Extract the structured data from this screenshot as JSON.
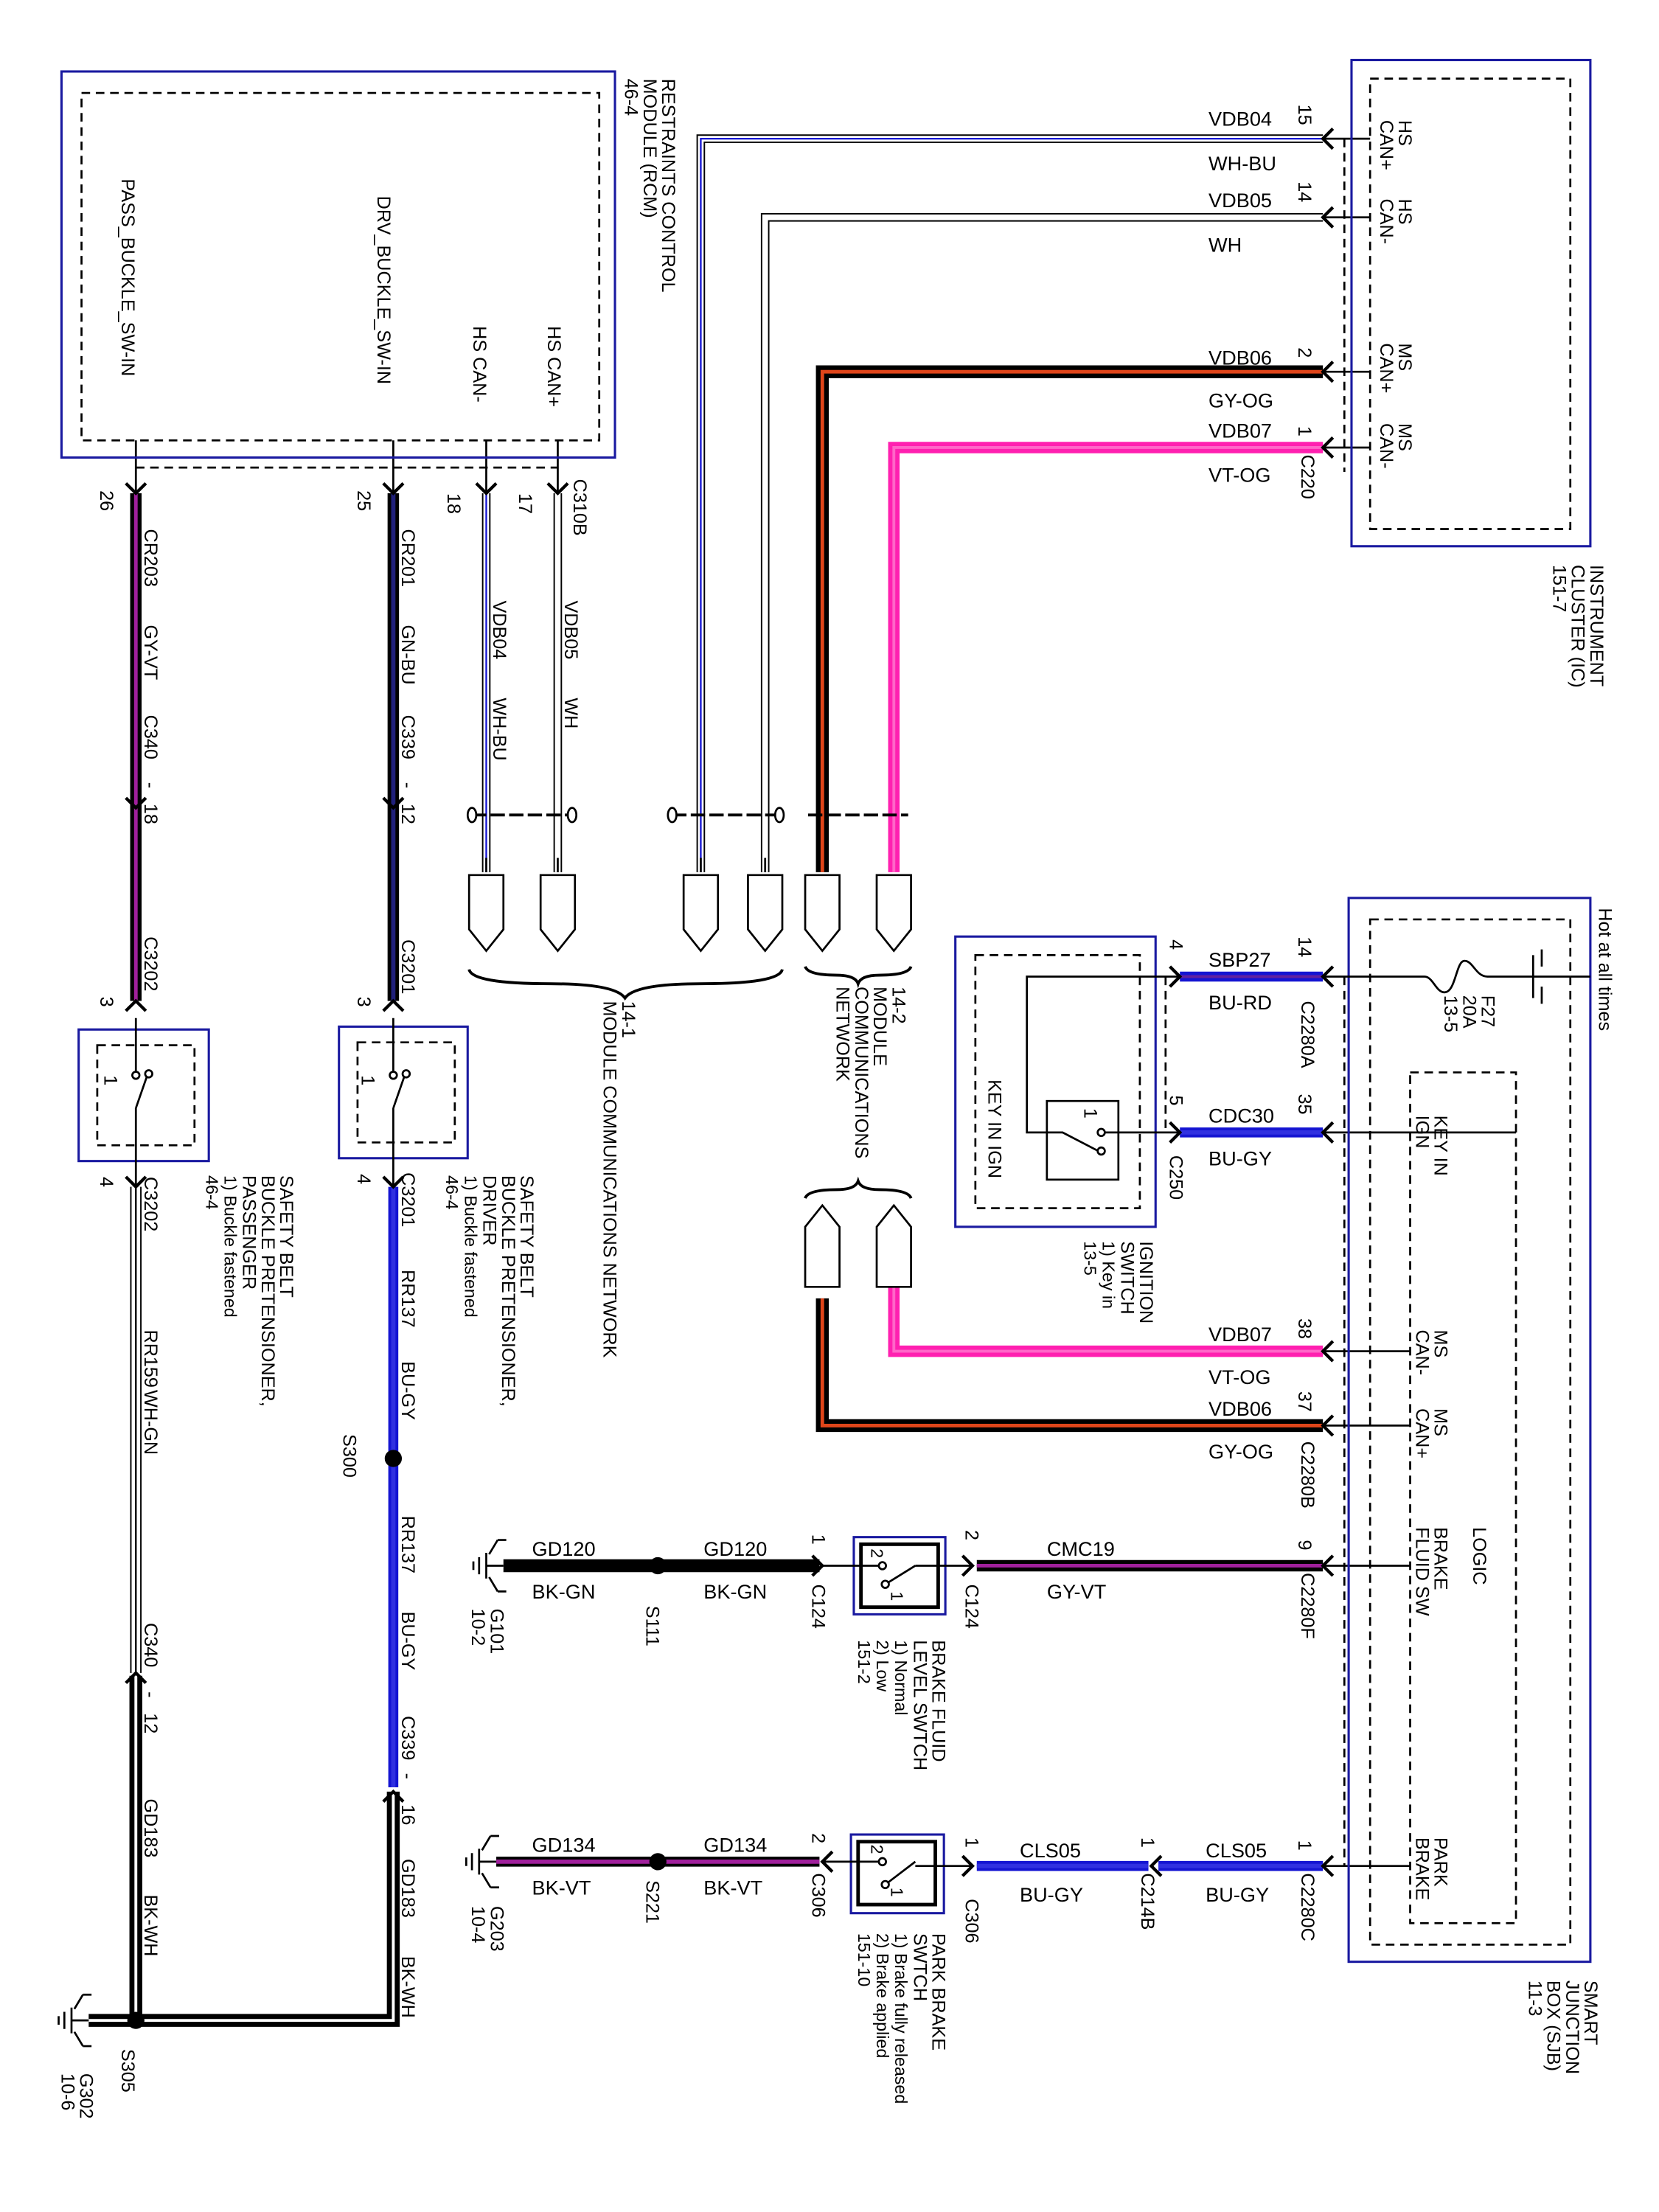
{
  "colors": {
    "module_border": "#1a1aa0",
    "violet": "#a0209c",
    "magenta": "#ff20b0",
    "orange": "#e0451a",
    "blue": "#1414d2",
    "navy": "#20207a",
    "red": "#c0202a"
  },
  "rcm": {
    "title": [
      "RESTRAINTS CONTROL",
      "MODULE (RCM)",
      "46-4"
    ],
    "pin_pass": "PASS_BUCKLE_SW-IN",
    "pin_drv": "DRV_BUCKLE_SW-IN",
    "pin_hs_can_minus": "HS CAN-",
    "pin_hs_can_plus": "HS CAN+",
    "pin_numbers": {
      "pass": "26",
      "drv": "25",
      "hs_can_minus": "18",
      "hs_can_plus": "17"
    },
    "connector": "C310B",
    "hs_can_minus_circuit": "VDB04",
    "hs_can_minus_color": "WH-BU",
    "hs_can_plus_circuit": "VDB05",
    "hs_can_plus_color": "WH"
  },
  "passenger": {
    "circuit1": "CR203",
    "color1": "GY-VT",
    "inline1": "C340",
    "inline1_dash": "-",
    "inline1_pin": "18",
    "switch_conn_top": "C3202",
    "switch_pin_top": "3",
    "switch_contact": "1",
    "switch_pin_bottom": "4",
    "switch_conn_bottom": "C3202",
    "circuit2": "RR159",
    "color2": "WH-GN",
    "inline2": "C340",
    "inline2_dash": "-",
    "inline2_pin": "12",
    "circuit3": "GD183",
    "color3": "BK-WH",
    "label": [
      "SAFETY BELT",
      "BUCKLE PRETENSIONER,",
      "PASSENGER",
      "1) Buckle fastened",
      "46-4"
    ]
  },
  "driver": {
    "circuit1": "CR201",
    "color1": "GN-BU",
    "inline1": "C339",
    "inline1_dash": "-",
    "inline1_pin": "12",
    "switch_conn_top": "C3201",
    "switch_pin_top": "3",
    "switch_contact": "1",
    "switch_pin_bottom": "4",
    "switch_conn_bottom": "C3201",
    "circuit2": "RR137",
    "color2": "BU-GY",
    "splice": "S300",
    "circuit3": "RR137",
    "color3": "BU-GY",
    "inline2": "C339",
    "inline2_dash": "-",
    "inline2_pin": "16",
    "circuit4": "GD183",
    "color4": "BK-WH",
    "label": [
      "SAFETY BELT",
      "BUCKLE PRETENSIONER,",
      "DRIVER",
      "1) Buckle fastened",
      "46-4"
    ]
  },
  "ground_s305": {
    "splice": "S305",
    "ground": "G302",
    "ref": "10-6"
  },
  "network_14_1": [
    "14-1",
    "MODULE COMMUNICATIONS NETWORK"
  ],
  "network_14_2": [
    "14-2",
    "MODULE",
    "COMMUNICATIONS",
    "NETWORK"
  ],
  "ic": {
    "title": [
      "INSTRUMENT",
      "CLUSTER (IC)",
      "151-7"
    ],
    "connector": "C220",
    "pins": [
      {
        "name": [
          "HS",
          "CAN+"
        ],
        "pin": "15",
        "circuit": "VDB04",
        "color": "WH-BU"
      },
      {
        "name": [
          "HS",
          "CAN-"
        ],
        "pin": "14",
        "circuit": "VDB05",
        "color": "WH"
      },
      {
        "name": [
          "MS",
          "CAN+"
        ],
        "pin": "2",
        "circuit": "VDB06",
        "color": "GY-OG"
      },
      {
        "name": [
          "MS",
          "CAN-"
        ],
        "pin": "1",
        "circuit": "VDB07",
        "color": "VT-OG"
      }
    ]
  },
  "sjb": {
    "title": [
      "SMART",
      "JUNCTION",
      "BOX (SJB)",
      "11-3"
    ],
    "hot": "Hot at all times",
    "fuse": [
      "F27",
      "20A",
      "13-5"
    ],
    "logic": "LOGIC",
    "key_in_ign": [
      "KEY IN",
      "IGN"
    ],
    "ms_can_minus": [
      "MS",
      "CAN-"
    ],
    "ms_can_plus": [
      "MS",
      "CAN+"
    ],
    "brake_fluid_sw": [
      "BRAKE",
      "FLUID SW"
    ],
    "park_brake": [
      "PARK",
      "BRAKE"
    ],
    "sbp27": {
      "circuit": "SBP27",
      "color": "BU-RD",
      "pin": "14",
      "connector": "C2280A"
    },
    "cdc30": {
      "circuit": "CDC30",
      "color": "BU-GY",
      "pin": "35"
    },
    "vdb07": {
      "circuit": "VDB07",
      "color": "VT-OG",
      "pin": "38"
    },
    "vdb06": {
      "circuit": "VDB06",
      "color": "GY-OG",
      "pin": "37",
      "connector": "C2280B"
    },
    "cmc19": {
      "circuit": "CMC19",
      "color": "GY-VT",
      "pin": "9",
      "connector": "C2280F"
    },
    "cls05": {
      "circuit": "CLS05",
      "color": "BU-GY",
      "pin": "1",
      "connector": "C2280C"
    }
  },
  "ignition": {
    "pin_a": "4",
    "pin_b": "5",
    "connector": "C250",
    "contact": "1",
    "inner": "KEY IN IGN",
    "label": [
      "IGNITION",
      "SWITCH",
      "1) Key in",
      "13-5"
    ]
  },
  "brake_fluid": {
    "pin_left": "1",
    "conn_left": "C124",
    "pin_right": "2",
    "conn_right": "C124",
    "contact_a": "2",
    "contact_b": "1",
    "label": [
      "BRAKE FLUID",
      "LEVEL SWTCH",
      "1) Normal",
      "2) Low",
      "151-2"
    ],
    "gnd_circuit": "GD120",
    "gnd_color": "BK-GN",
    "splice": "S111",
    "ground": "G101",
    "ground_ref": "10-2"
  },
  "park_brake": {
    "pin_left": "2",
    "conn_left": "C306",
    "pin_right": "1",
    "conn_right": "C306",
    "contact_a": "2",
    "contact_b": "1",
    "label": [
      "PARK BRAKE",
      "SWTCH",
      "1) Brake fully released",
      "2) Brake applied",
      "151-10"
    ],
    "inline_pin": "1",
    "inline_conn": "C214B",
    "circuit": "CLS05",
    "color": "BU-GY",
    "gnd_circuit": "GD134",
    "gnd_color": "BK-VT",
    "splice": "S221",
    "ground": "G203",
    "ground_ref": "10-4"
  }
}
